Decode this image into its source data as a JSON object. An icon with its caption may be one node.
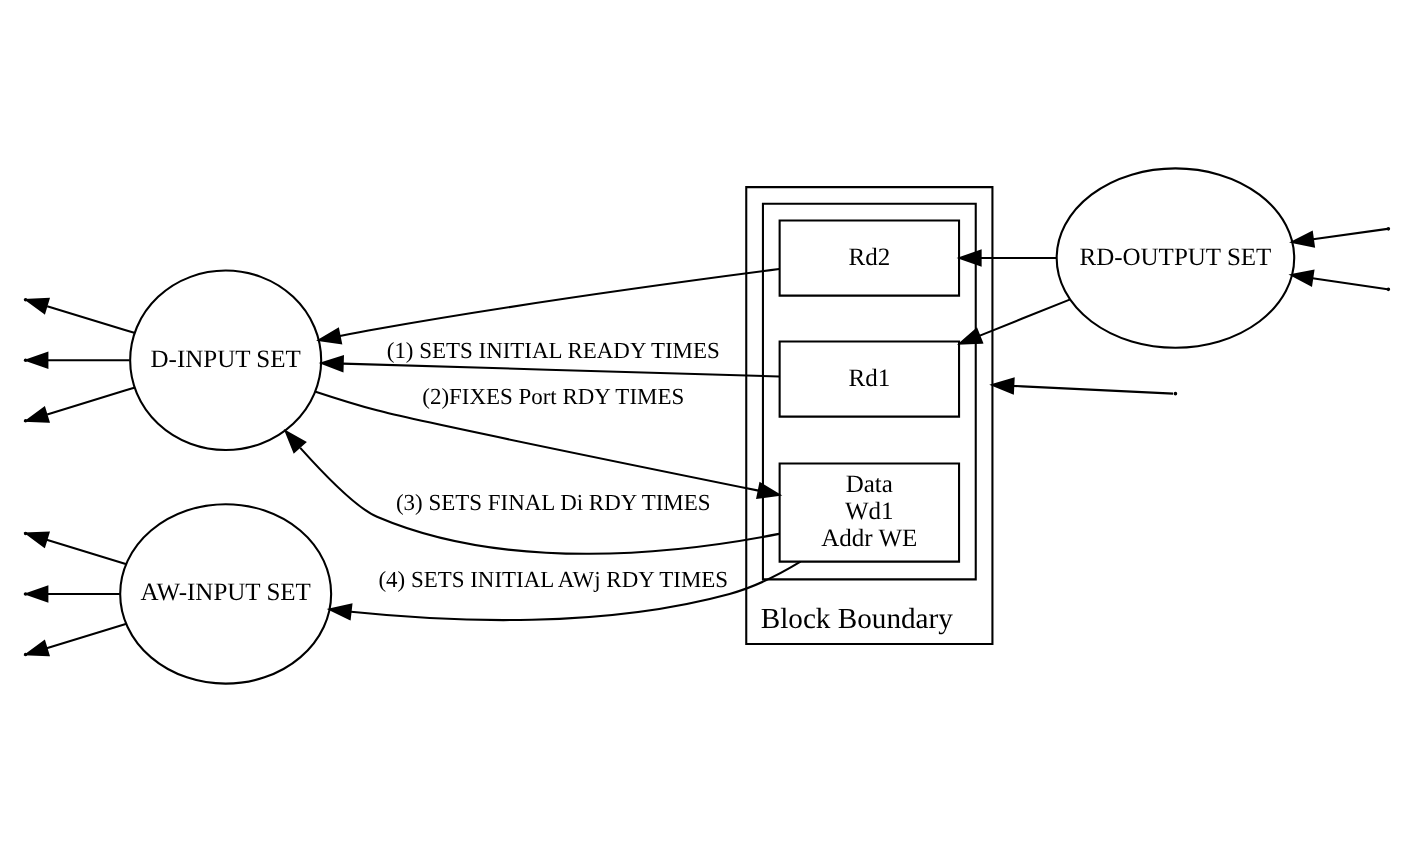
{
  "diagram": {
    "nodes": [
      {
        "text": [
          "Block Boundary"
        ]
      },
      {
        "text": [],
        "shape": "box",
        "in": 0
      },
      {
        "text": [
          "Rd1"
        ],
        "in": 1
      },
      {
        "text": [
          "Rd2"
        ],
        "in": 1
      },
      {
        "text": [
          "Data",
          "Wd1",
          "Addr WE"
        ],
        "in": 1
      },
      {
        "text": [
          "D-INPUT SET"
        ]
      },
      {
        "text": [
          "RD-OUTPUT SET"
        ]
      },
      {
        "text": [
          "AW-INPUT SET"
        ]
      }
    ],
    "edges": [
      {
        "from": 6,
        "to": 2,
        "arrow": "to"
      },
      {
        "from": 6,
        "to": 3,
        "arrow": "to"
      },
      {
        "from": 2,
        "to": 5,
        "arrow": "to",
        "label": "(1) SETS INITIAL READY TIMES"
      },
      {
        "from": 3,
        "to": 5,
        "arrow": "to"
      },
      {
        "from": 5,
        "to": 4,
        "arrow": "to",
        "label": "(2)FIXES Port RDY TIMES"
      },
      {
        "from": 4,
        "to": 5,
        "arrow": "to",
        "label": "(3) SETS FINAL Di RDY TIMES"
      },
      {
        "from": 4,
        "to": 7,
        "arrow": "to",
        "label": "(4) SETS INITIAL AWj RDY TIMES"
      },
      {
        "from": 5,
        "to": null,
        "arrow": "to"
      },
      {
        "from": 5,
        "to": null,
        "arrow": "to"
      },
      {
        "from": 5,
        "to": null,
        "arrow": "to"
      },
      {
        "from": null,
        "to": 6,
        "arrow": "to"
      },
      {
        "from": null,
        "to": 6,
        "arrow": "to"
      },
      {
        "from": 7,
        "to": null,
        "arrow": "to"
      },
      {
        "from": 7,
        "to": null,
        "arrow": "to"
      },
      {
        "from": 7,
        "to": null,
        "arrow": "to"
      },
      {
        "from": null,
        "to": 0,
        "arrow": "to"
      }
    ]
  }
}
